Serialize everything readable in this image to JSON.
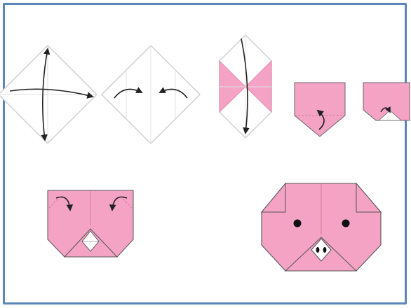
{
  "diagram": {
    "type": "origami-instructions",
    "subject": "pig-face",
    "colors": {
      "paper_front": "#f4a3c4",
      "paper_back": "#ffffff",
      "crease": "#d8d8d8",
      "outline": "#444444",
      "arrow": "#222222",
      "eye": "#111111",
      "frame": "#5a86b8"
    },
    "steps": [
      {
        "id": 1,
        "action": "fold-diagonals"
      },
      {
        "id": 2,
        "action": "fold-corners-to-center"
      },
      {
        "id": 3,
        "action": "fold-top-and-bottom-to-center"
      },
      {
        "id": 4,
        "action": "fold-bottom-point-up"
      },
      {
        "id": 5,
        "action": "fold-tip-back"
      },
      {
        "id": 6,
        "action": "fold-top-corners-down"
      },
      {
        "id": 7,
        "action": "draw-eyes-and-nose"
      }
    ]
  }
}
